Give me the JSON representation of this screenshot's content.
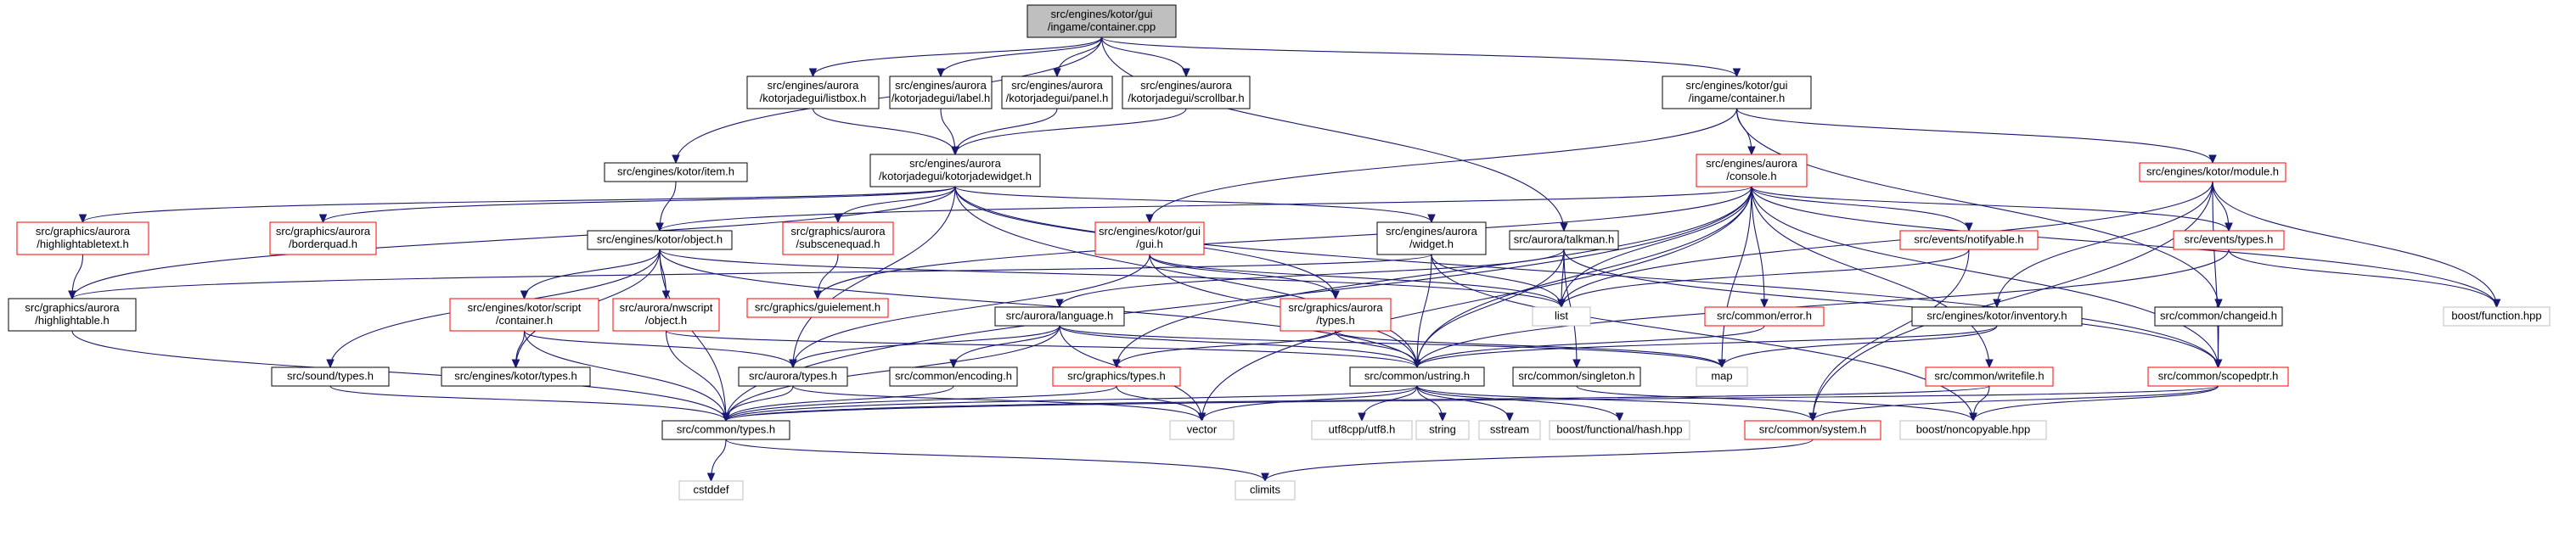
{
  "colors": {
    "background": "#ffffff",
    "edge": "#191970",
    "root_fill": "#bfbfbf",
    "root_border": "#000000",
    "documented_border": "#000000",
    "incomplete_border": "#ff0000",
    "external_border": "#bfbfbf",
    "fill": "#ffffff"
  },
  "nodes": [
    {
      "id": "root",
      "kind": "root",
      "lines": [
        "src/engines/kotor/gui",
        "/ingame/container.cpp"
      ]
    },
    {
      "id": "listbox",
      "kind": "documented",
      "lines": [
        "src/engines/aurora",
        "/kotorjadegui/listbox.h"
      ]
    },
    {
      "id": "label",
      "kind": "documented",
      "lines": [
        "src/engines/aurora",
        "/kotorjadegui/label.h"
      ]
    },
    {
      "id": "panel",
      "kind": "documented",
      "lines": [
        "src/engines/aurora",
        "/kotorjadegui/panel.h"
      ]
    },
    {
      "id": "scrollbar",
      "kind": "documented",
      "lines": [
        "src/engines/aurora",
        "/kotorjadegui/scrollbar.h"
      ]
    },
    {
      "id": "container_h",
      "kind": "documented",
      "lines": [
        "src/engines/kotor/gui",
        "/ingame/container.h"
      ]
    },
    {
      "id": "item",
      "kind": "documented",
      "lines": [
        "src/engines/kotor/item.h"
      ]
    },
    {
      "id": "kotorjadewidget",
      "kind": "documented",
      "lines": [
        "src/engines/aurora",
        "/kotorjadegui/kotorjadewidget.h"
      ]
    },
    {
      "id": "console",
      "kind": "incomplete",
      "lines": [
        "src/engines/aurora",
        "/console.h"
      ]
    },
    {
      "id": "module",
      "kind": "incomplete",
      "lines": [
        "src/engines/kotor/module.h"
      ]
    },
    {
      "id": "highlightabletext",
      "kind": "incomplete",
      "lines": [
        "src/graphics/aurora",
        "/highlightabletext.h"
      ]
    },
    {
      "id": "borderquad",
      "kind": "incomplete",
      "lines": [
        "src/graphics/aurora",
        "/borderquad.h"
      ]
    },
    {
      "id": "kotor_object",
      "kind": "documented",
      "lines": [
        "src/engines/kotor/object.h"
      ]
    },
    {
      "id": "subscenequad",
      "kind": "incomplete",
      "lines": [
        "src/graphics/aurora",
        "/subscenequad.h"
      ]
    },
    {
      "id": "gui_h",
      "kind": "incomplete",
      "lines": [
        "src/engines/kotor/gui",
        "/gui.h"
      ]
    },
    {
      "id": "widget",
      "kind": "documented",
      "lines": [
        "src/engines/aurora",
        "/widget.h"
      ]
    },
    {
      "id": "talkman",
      "kind": "documented",
      "lines": [
        "src/aurora/talkman.h"
      ]
    },
    {
      "id": "notifyable",
      "kind": "incomplete",
      "lines": [
        "src/events/notifyable.h"
      ]
    },
    {
      "id": "events_types",
      "kind": "incomplete",
      "lines": [
        "src/events/types.h"
      ]
    },
    {
      "id": "highlightable",
      "kind": "documented",
      "lines": [
        "src/graphics/aurora",
        "/highlightable.h"
      ]
    },
    {
      "id": "guielement",
      "kind": "incomplete",
      "lines": [
        "src/graphics/guielement.h"
      ]
    },
    {
      "id": "kotorscript_container",
      "kind": "incomplete",
      "lines": [
        "src/engines/kotor/script",
        "/container.h"
      ]
    },
    {
      "id": "nwscript_object",
      "kind": "incomplete",
      "lines": [
        "src/aurora/nwscript",
        "/object.h"
      ]
    },
    {
      "id": "language",
      "kind": "documented",
      "lines": [
        "src/aurora/language.h"
      ]
    },
    {
      "id": "graphics_aurora_types",
      "kind": "incomplete",
      "lines": [
        "src/graphics/aurora",
        "/types.h"
      ]
    },
    {
      "id": "list",
      "kind": "external",
      "lines": [
        "list"
      ]
    },
    {
      "id": "error",
      "kind": "incomplete",
      "lines": [
        "src/common/error.h"
      ]
    },
    {
      "id": "inventory",
      "kind": "documented",
      "lines": [
        "src/engines/kotor/inventory.h"
      ]
    },
    {
      "id": "changeid",
      "kind": "documented",
      "lines": [
        "src/common/changeid.h"
      ]
    },
    {
      "id": "boost_function",
      "kind": "external",
      "lines": [
        "boost/function.hpp"
      ]
    },
    {
      "id": "sound_types",
      "kind": "documented",
      "lines": [
        "src/sound/types.h"
      ]
    },
    {
      "id": "kotor_types",
      "kind": "documented",
      "lines": [
        "src/engines/kotor/types.h"
      ]
    },
    {
      "id": "aurora_types",
      "kind": "documented",
      "lines": [
        "src/aurora/types.h"
      ]
    },
    {
      "id": "encoding",
      "kind": "documented",
      "lines": [
        "src/common/encoding.h"
      ]
    },
    {
      "id": "graphics_types",
      "kind": "incomplete",
      "lines": [
        "src/graphics/types.h"
      ]
    },
    {
      "id": "ustring",
      "kind": "documented",
      "lines": [
        "src/common/ustring.h"
      ]
    },
    {
      "id": "singleton",
      "kind": "documented",
      "lines": [
        "src/common/singleton.h"
      ]
    },
    {
      "id": "map",
      "kind": "external",
      "lines": [
        "map"
      ]
    },
    {
      "id": "writefile",
      "kind": "incomplete",
      "lines": [
        "src/common/writefile.h"
      ]
    },
    {
      "id": "scopedptr",
      "kind": "incomplete",
      "lines": [
        "src/common/scopedptr.h"
      ]
    },
    {
      "id": "common_types",
      "kind": "documented",
      "lines": [
        "src/common/types.h"
      ]
    },
    {
      "id": "vector",
      "kind": "external",
      "lines": [
        "vector"
      ]
    },
    {
      "id": "utf8cpp",
      "kind": "external",
      "lines": [
        "utf8cpp/utf8.h"
      ]
    },
    {
      "id": "string",
      "kind": "external",
      "lines": [
        "string"
      ]
    },
    {
      "id": "sstream",
      "kind": "external",
      "lines": [
        "sstream"
      ]
    },
    {
      "id": "boost_hash",
      "kind": "external",
      "lines": [
        "boost/functional/hash.hpp"
      ]
    },
    {
      "id": "system",
      "kind": "incomplete",
      "lines": [
        "src/common/system.h"
      ]
    },
    {
      "id": "noncopyable",
      "kind": "external",
      "lines": [
        "boost/noncopyable.hpp"
      ]
    },
    {
      "id": "cstddef",
      "kind": "external",
      "lines": [
        "cstddef"
      ]
    },
    {
      "id": "climits",
      "kind": "external",
      "lines": [
        "climits"
      ]
    }
  ],
  "edges": [
    [
      "root",
      "listbox"
    ],
    [
      "root",
      "label"
    ],
    [
      "root",
      "panel"
    ],
    [
      "root",
      "scrollbar"
    ],
    [
      "root",
      "container_h"
    ],
    [
      "root",
      "item"
    ],
    [
      "root",
      "talkman"
    ],
    [
      "listbox",
      "kotorjadewidget"
    ],
    [
      "label",
      "kotorjadewidget"
    ],
    [
      "panel",
      "kotorjadewidget"
    ],
    [
      "scrollbar",
      "kotorjadewidget"
    ],
    [
      "container_h",
      "console"
    ],
    [
      "container_h",
      "module"
    ],
    [
      "container_h",
      "gui_h"
    ],
    [
      "container_h",
      "changeid"
    ],
    [
      "item",
      "kotor_object"
    ],
    [
      "kotorjadewidget",
      "highlightabletext"
    ],
    [
      "kotorjadewidget",
      "borderquad"
    ],
    [
      "kotorjadewidget",
      "subscenequad"
    ],
    [
      "kotorjadewidget",
      "widget"
    ],
    [
      "kotorjadewidget",
      "highlightable"
    ],
    [
      "kotorjadewidget",
      "graphics_aurora_types"
    ],
    [
      "kotorjadewidget",
      "aurora_types"
    ],
    [
      "kotorjadewidget",
      "ustring"
    ],
    [
      "kotorjadewidget",
      "scopedptr"
    ],
    [
      "console",
      "kotor_object"
    ],
    [
      "console",
      "guielement"
    ],
    [
      "console",
      "notifyable"
    ],
    [
      "console",
      "events_types"
    ],
    [
      "console",
      "list"
    ],
    [
      "console",
      "error"
    ],
    [
      "console",
      "map"
    ],
    [
      "console",
      "ustring"
    ],
    [
      "console",
      "writefile"
    ],
    [
      "console",
      "scopedptr"
    ],
    [
      "console",
      "vector"
    ],
    [
      "console",
      "boost_function"
    ],
    [
      "console",
      "graphics_types"
    ],
    [
      "console",
      "common_types"
    ],
    [
      "module",
      "events_types"
    ],
    [
      "module",
      "inventory"
    ],
    [
      "module",
      "list"
    ],
    [
      "module",
      "scopedptr"
    ],
    [
      "module",
      "system"
    ],
    [
      "module",
      "boost_function"
    ],
    [
      "highlightabletext",
      "highlightable"
    ],
    [
      "kotor_object",
      "kotorscript_container"
    ],
    [
      "kotor_object",
      "nwscript_object"
    ],
    [
      "kotor_object",
      "sound_types"
    ],
    [
      "kotor_object",
      "kotor_types"
    ],
    [
      "kotor_object",
      "list"
    ],
    [
      "kotor_object",
      "ustring"
    ],
    [
      "kotor_object",
      "common_types"
    ],
    [
      "subscenequad",
      "guielement"
    ],
    [
      "gui_h",
      "graphics_aurora_types"
    ],
    [
      "gui_h",
      "aurora_types"
    ],
    [
      "gui_h",
      "ustring"
    ],
    [
      "gui_h",
      "list"
    ],
    [
      "widget",
      "list"
    ],
    [
      "widget",
      "ustring"
    ],
    [
      "widget",
      "highlightable"
    ],
    [
      "widget",
      "noncopyable"
    ],
    [
      "talkman",
      "language"
    ],
    [
      "talkman",
      "singleton"
    ],
    [
      "talkman",
      "ustring"
    ],
    [
      "talkman",
      "list"
    ],
    [
      "talkman",
      "scopedptr"
    ],
    [
      "notifyable",
      "list"
    ],
    [
      "notifyable",
      "system"
    ],
    [
      "events_types",
      "boost_function"
    ],
    [
      "events_types",
      "ustring"
    ],
    [
      "highlightable",
      "common_types"
    ],
    [
      "kotorscript_container",
      "kotor_types"
    ],
    [
      "kotorscript_container",
      "aurora_types"
    ],
    [
      "kotorscript_container",
      "common_types"
    ],
    [
      "nwscript_object",
      "common_types"
    ],
    [
      "nwscript_object",
      "ustring"
    ],
    [
      "language",
      "aurora_types"
    ],
    [
      "language",
      "encoding"
    ],
    [
      "language",
      "ustring"
    ],
    [
      "language",
      "vector"
    ],
    [
      "language",
      "map"
    ],
    [
      "language",
      "common_types"
    ],
    [
      "graphics_aurora_types",
      "graphics_types"
    ],
    [
      "graphics_aurora_types",
      "ustring"
    ],
    [
      "graphics_aurora_types",
      "map"
    ],
    [
      "error",
      "ustring"
    ],
    [
      "inventory",
      "ustring"
    ],
    [
      "inventory",
      "map"
    ],
    [
      "changeid",
      "scopedptr"
    ],
    [
      "aurora_types",
      "common_types"
    ],
    [
      "aurora_types",
      "vector"
    ],
    [
      "encoding",
      "common_types"
    ],
    [
      "graphics_types",
      "vector"
    ],
    [
      "graphics_types",
      "common_types"
    ],
    [
      "ustring",
      "common_types"
    ],
    [
      "ustring",
      "vector"
    ],
    [
      "ustring",
      "utf8cpp"
    ],
    [
      "ustring",
      "string"
    ],
    [
      "ustring",
      "sstream"
    ],
    [
      "ustring",
      "boost_hash"
    ],
    [
      "ustring",
      "system"
    ],
    [
      "singleton",
      "noncopyable"
    ],
    [
      "writefile",
      "noncopyable"
    ],
    [
      "writefile",
      "common_types"
    ],
    [
      "scopedptr",
      "noncopyable"
    ],
    [
      "scopedptr",
      "system"
    ],
    [
      "scopedptr",
      "common_types"
    ],
    [
      "sound_types",
      "common_types"
    ],
    [
      "common_types",
      "cstddef"
    ],
    [
      "common_types",
      "climits"
    ],
    [
      "system",
      "climits"
    ]
  ]
}
